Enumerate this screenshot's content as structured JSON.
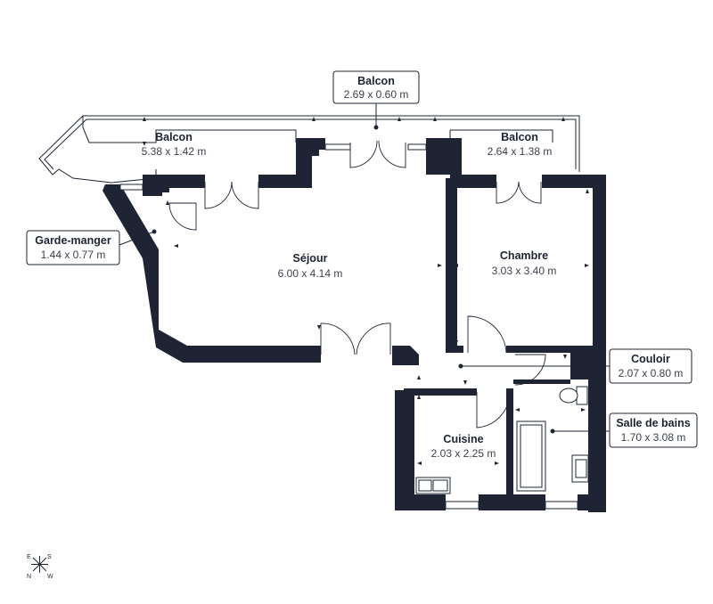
{
  "rooms": {
    "balcon_left": {
      "name": "Balcon",
      "dims": "5.38 x 1.42 m"
    },
    "balcon_right": {
      "name": "Balcon",
      "dims": "2.64 x 1.38 m"
    },
    "sejour": {
      "name": "Séjour",
      "dims": "6.00 x 4.14 m"
    },
    "chambre": {
      "name": "Chambre",
      "dims": "3.03 x 3.40 m"
    },
    "cuisine": {
      "name": "Cuisine",
      "dims": "2.03 x 2.25 m"
    }
  },
  "callouts": {
    "balcon_center": {
      "name": "Balcon",
      "dims": "2.69 x 0.60 m"
    },
    "garde_manger": {
      "name": "Garde-manger",
      "dims": "1.44 x 0.77 m"
    },
    "couloir": {
      "name": "Couloir",
      "dims": "2.07 x 0.80 m"
    },
    "salle_de_bains": {
      "name": "Salle de bains",
      "dims": "1.70 x 3.08 m"
    }
  },
  "compass": {
    "e": "E",
    "s": "S",
    "n": "N",
    "w": "W"
  },
  "colors": {
    "wall": "#1e2433",
    "background": "#ffffff"
  }
}
